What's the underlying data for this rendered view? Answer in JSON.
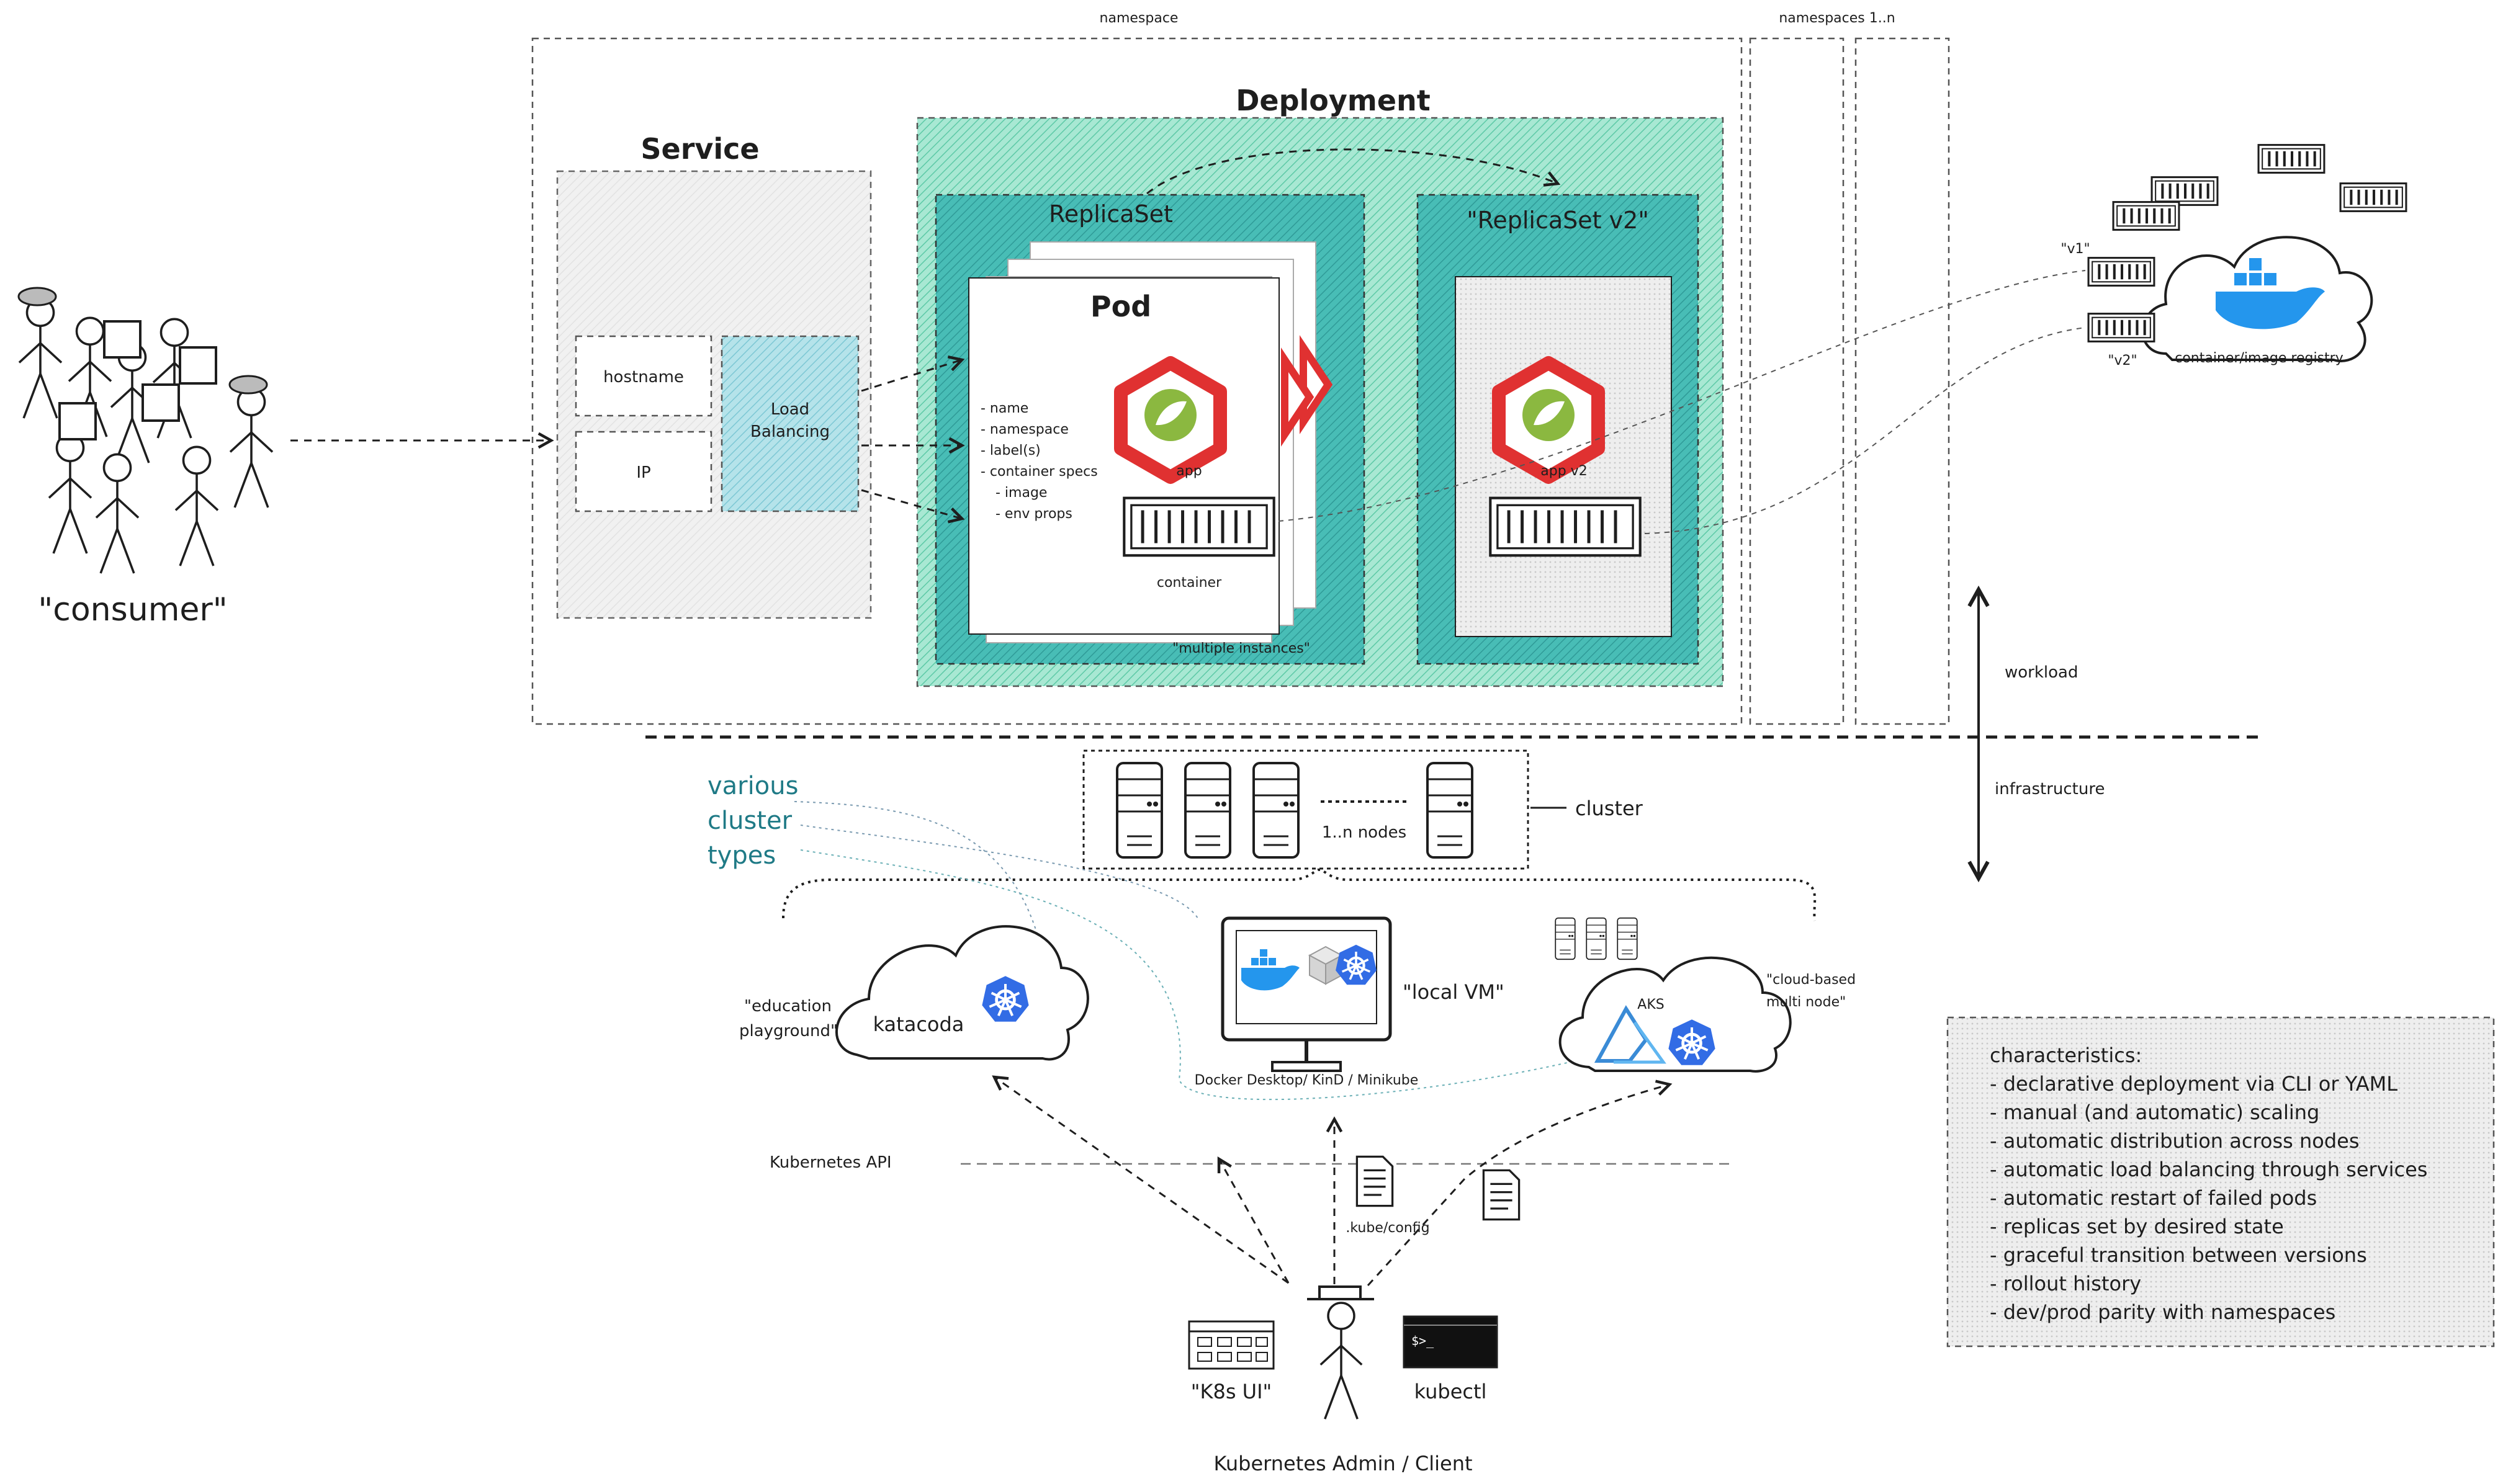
{
  "workload": {
    "namespace_label": "namespace",
    "namespaces_label": "namespaces 1..n",
    "service": {
      "title": "Service",
      "hostname": "hostname",
      "ip": "IP",
      "load_balancing": "Load Balancing"
    },
    "deployment": {
      "title": "Deployment",
      "replicaset_title": "ReplicaSet",
      "replicaset_v2_title": "\"ReplicaSet v2\"",
      "pod_title": "Pod",
      "pod_props": [
        "- name",
        "- namespace",
        "- label(s)",
        "- container specs",
        "- image",
        "- env props"
      ],
      "app_label": "app",
      "app_v2_label": "app v2",
      "container_label": "container",
      "multiple_instances": "\"multiple instances\""
    },
    "consumer_label": "\"consumer\"",
    "registry": {
      "v1": "\"v1\"",
      "v2": "\"v2\"",
      "label": "container/image registry"
    },
    "workload_label": "workload",
    "infrastructure_label": "infrastructure"
  },
  "cluster": {
    "nodes_label": "1..n nodes",
    "cluster_label": "cluster",
    "various_types": [
      "various",
      "cluster",
      "types"
    ],
    "education_label": [
      "\"education",
      "playground\""
    ],
    "katacoda": "katacoda",
    "local_vm": "\"local VM\"",
    "local_vm_sub": "Docker Desktop/ KinD / Minikube",
    "cloud_label": [
      "\"cloud-based",
      "multi node\""
    ],
    "aks": "AKS",
    "k8s_api": "Kubernetes API",
    "kubeconfig": ".kube/config",
    "k8s_ui": "\"K8s UI\"",
    "kubectl": "kubectl",
    "kubectl_prompt": "$>_",
    "admin": "Kubernetes Admin / Client"
  },
  "characteristics": {
    "title": "characteristics:",
    "items": [
      "- declarative deployment via CLI or YAML",
      "- manual (and automatic) scaling",
      "- automatic distribution across nodes",
      "- automatic load balancing through services",
      "- automatic restart of failed pods",
      "- replicas set by desired state",
      "- graceful transition between versions",
      "- rollout history",
      "- dev/prod parity with namespaces"
    ]
  },
  "colors": {
    "deployment_green": "#7fd9bf",
    "replicaset_teal": "#3fb9b5",
    "load_balancing_blue": "#a5dde6",
    "spring_red": "#e03131",
    "spring_green": "#8bb840",
    "k8s_blue": "#326ce5",
    "docker_blue": "#2496ed",
    "teal_text": "#1f7a86"
  }
}
